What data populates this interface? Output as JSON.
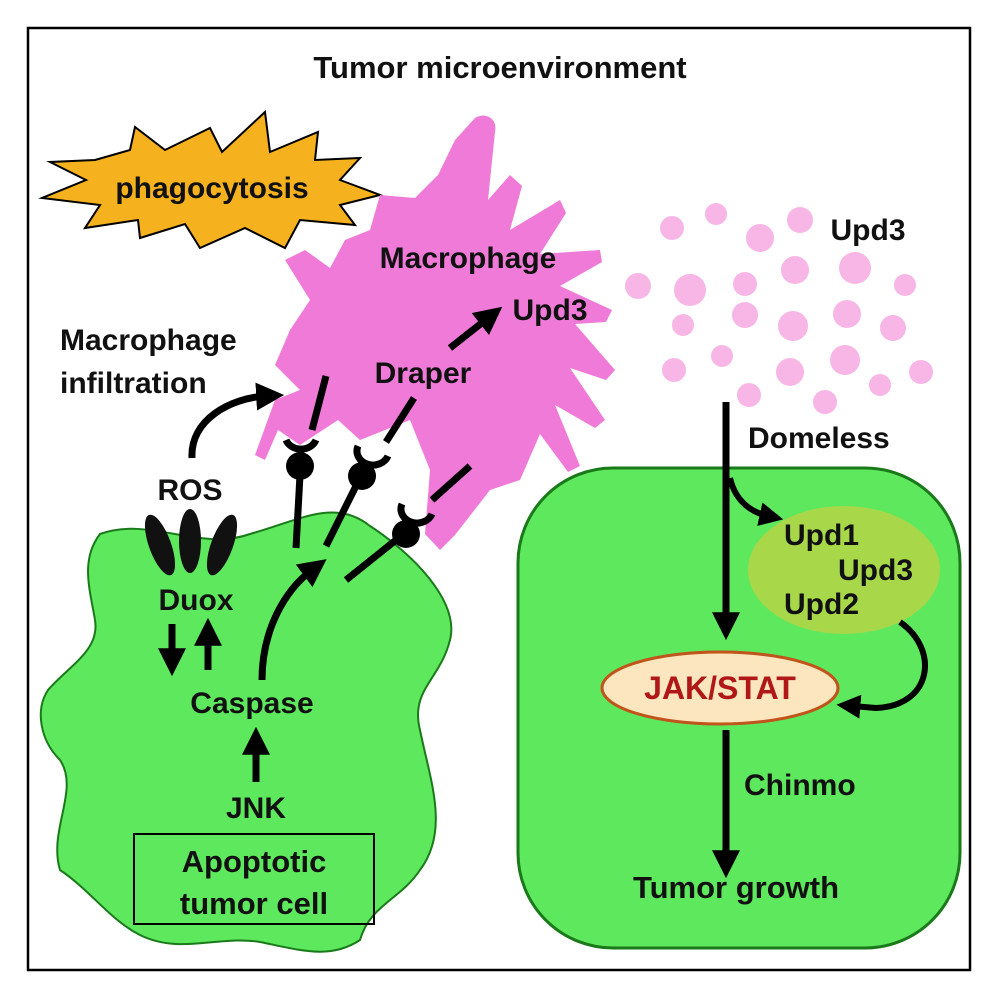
{
  "title": "Tumor microenvironment",
  "labels": {
    "phagocytosis": "phagocytosis",
    "macrophage": "Macrophage",
    "upd3_inner": "Upd3",
    "draper": "Draper",
    "macrophage_infiltration_line1": "Macrophage",
    "macrophage_infiltration_line2": "infiltration",
    "ros": "ROS",
    "duox": "Duox",
    "caspase": "Caspase",
    "jnk": "JNK",
    "apoptotic_line1": "Apoptotic",
    "apoptotic_line2": "tumor cell",
    "upd3_secreted": "Upd3",
    "domeless": "Domeless",
    "upd1": "Upd1",
    "upd3_cluster": "Upd3",
    "upd2": "Upd2",
    "jak_stat": "JAK/STAT",
    "chinmo": "Chinmo",
    "tumor_growth": "Tumor growth"
  },
  "colors": {
    "cell_green": "#5ee85e",
    "cell_border": "#1a7a1a",
    "macrophage_pink": "#f07ad8",
    "upd_dots": "#f7b6e6",
    "burst_orange": "#f5b21e",
    "upd_cluster": "#a8d84a",
    "jakstat_fill": "#fbe6bf",
    "jakstat_border": "#c0541a",
    "jakstat_text": "#b01818"
  }
}
